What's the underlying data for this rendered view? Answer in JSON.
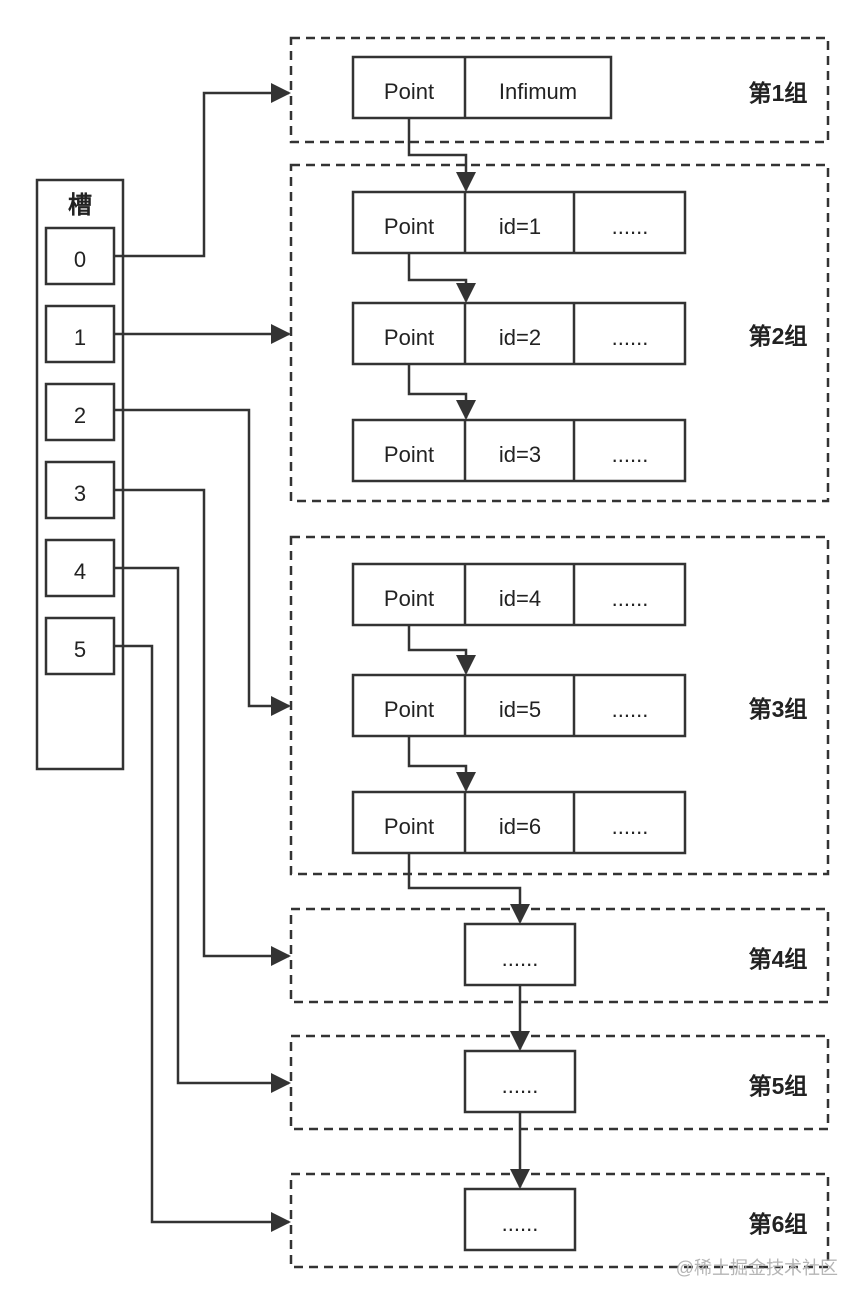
{
  "slots": {
    "title": "槽",
    "title_color": "#e02020",
    "items": [
      "0",
      "1",
      "2",
      "3",
      "4",
      "5"
    ]
  },
  "groups": [
    {
      "label": "第1组",
      "records": [
        {
          "cells": [
            "Point",
            "Infimum"
          ]
        }
      ]
    },
    {
      "label": "第2组",
      "records": [
        {
          "cells": [
            "Point",
            "id=1",
            "......"
          ]
        },
        {
          "cells": [
            "Point",
            "id=2",
            "......"
          ]
        },
        {
          "cells": [
            "Point",
            "id=3",
            "......"
          ]
        }
      ]
    },
    {
      "label": "第3组",
      "records": [
        {
          "cells": [
            "Point",
            "id=4",
            "......"
          ]
        },
        {
          "cells": [
            "Point",
            "id=5",
            "......"
          ]
        },
        {
          "cells": [
            "Point",
            "id=6",
            "......"
          ]
        }
      ]
    },
    {
      "label": "第4组",
      "records": [
        {
          "cells": [
            "......"
          ]
        }
      ]
    },
    {
      "label": "第5组",
      "records": [
        {
          "cells": [
            "......"
          ]
        }
      ]
    },
    {
      "label": "第6组",
      "records": [
        {
          "cells": [
            "......"
          ]
        }
      ]
    }
  ],
  "watermark": "@稀土掘金技术社区",
  "colors": {
    "stroke": "#333333",
    "text": "#222222",
    "watermark": "#b5b5b5"
  }
}
